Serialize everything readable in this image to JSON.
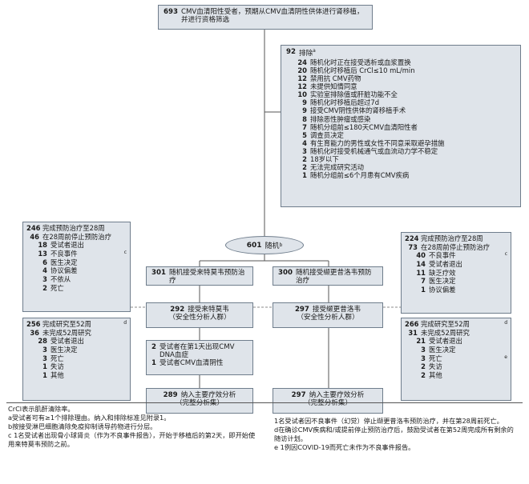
{
  "top_box": {
    "num": "693",
    "text": "CMV血清阳性受者，预期从CMV血清阴性供体进行肾移植，并进行资格筛选"
  },
  "exclusion": {
    "num": "92",
    "title": "排除",
    "sup": "a",
    "items": [
      {
        "n": "24",
        "t": "随机化时正在接受透析或血浆置换"
      },
      {
        "n": "20",
        "t": "随机化时移植后 CrCl≤10 mL/min"
      },
      {
        "n": "12",
        "t": "禁用抗 CMV药物"
      },
      {
        "n": "12",
        "t": "未提供知情同意"
      },
      {
        "n": "10",
        "t": "实验室排除值或肝脏功能不全"
      },
      {
        "n": "9",
        "t": "随机化时移植后超过7d"
      },
      {
        "n": "9",
        "t": "接受CMV阴性供体的肾移植手术"
      },
      {
        "n": "8",
        "t": "排除恶性肿瘤或感染"
      },
      {
        "n": "7",
        "t": "随机分组前≤180天CMV血清阳性者"
      },
      {
        "n": "5",
        "t": "调查员决定"
      },
      {
        "n": "4",
        "t": "有生育能力的男性或女性不同意采取避孕措施"
      },
      {
        "n": "3",
        "t": "随机化时接受机械通气或血流动力学不稳定"
      },
      {
        "n": "2",
        "t": "18岁以下"
      },
      {
        "n": "2",
        "t": "无法完成研究活动"
      },
      {
        "n": "1",
        "t": "随机分组前≤6个月患有CMV疾病"
      }
    ]
  },
  "randomized": {
    "num": "601",
    "label": "随机",
    "sup": "b"
  },
  "arm_left": {
    "assign": {
      "num": "301",
      "text": "随机接受来特莫韦预防治疗"
    },
    "safety": {
      "num": "292",
      "line1": "接受来特莫韦",
      "line2": "（安全性分析人群）"
    },
    "notes": [
      {
        "n": "2",
        "t": "受试者在第1天出现CMV DNA血症"
      },
      {
        "n": "1",
        "t": "受试者CMV血清阴性"
      }
    ],
    "efficacy": {
      "num": "289",
      "line1": "纳入主要疗效分析",
      "line2": "（完整分析集）"
    },
    "proph_box": {
      "items": [
        {
          "n": "246",
          "t": "完成预防治疗至28周",
          "lvl": 0
        },
        {
          "n": "46",
          "t": "在28周前停止预防治疗",
          "lvl": 0
        },
        {
          "n": "18",
          "t": "受试者退出",
          "lvl": 1
        },
        {
          "n": "13",
          "t": "不良事件",
          "sup": "c",
          "lvl": 1
        },
        {
          "n": "6",
          "t": "医生决定",
          "lvl": 1
        },
        {
          "n": "4",
          "t": "协议偏差",
          "lvl": 1
        },
        {
          "n": "3",
          "t": "不依从",
          "lvl": 1
        },
        {
          "n": "2",
          "t": "死亡",
          "lvl": 1
        }
      ]
    },
    "study_box": {
      "items": [
        {
          "n": "256",
          "t": "完成研究至52周",
          "sup": "d",
          "lvl": 0
        },
        {
          "n": "36",
          "t": "未完成52周研究",
          "lvl": 0
        },
        {
          "n": "28",
          "t": "受试者退出",
          "lvl": 1
        },
        {
          "n": "3",
          "t": "医生决定",
          "lvl": 1
        },
        {
          "n": "3",
          "t": "死亡",
          "lvl": 1
        },
        {
          "n": "1",
          "t": "失访",
          "lvl": 1
        },
        {
          "n": "1",
          "t": "其他",
          "lvl": 1
        }
      ]
    }
  },
  "arm_right": {
    "assign": {
      "num": "300",
      "text": "随机接受缬更昔洛韦预防治疗"
    },
    "safety": {
      "num": "297",
      "line1": "接受缬更昔洛韦",
      "line2": "（安全性分析人群）"
    },
    "efficacy": {
      "num": "297",
      "line1": "纳入主要疗效分析",
      "line2": "（完整分析集）"
    },
    "proph_box": {
      "items": [
        {
          "n": "224",
          "t": "完成预防治疗至28周",
          "lvl": 0
        },
        {
          "n": "73",
          "t": "在28周前停止预防治疗",
          "lvl": 0
        },
        {
          "n": "40",
          "t": "不良事件",
          "sup": "c",
          "lvl": 1
        },
        {
          "n": "14",
          "t": "受试者退出",
          "lvl": 1
        },
        {
          "n": "11",
          "t": "缺乏疗效",
          "lvl": 1
        },
        {
          "n": "7",
          "t": "医生决定",
          "lvl": 1
        },
        {
          "n": "1",
          "t": "协议偏差",
          "lvl": 1
        }
      ]
    },
    "study_box": {
      "items": [
        {
          "n": "266",
          "t": "完成研究至52周",
          "sup": "d",
          "lvl": 0
        },
        {
          "n": "31",
          "t": "未完成52周研究",
          "lvl": 0
        },
        {
          "n": "21",
          "t": "受试者退出",
          "lvl": 1
        },
        {
          "n": "3",
          "t": "医生决定",
          "lvl": 1
        },
        {
          "n": "3",
          "t": "死亡",
          "sup": "e",
          "lvl": 1
        },
        {
          "n": "2",
          "t": "失访",
          "lvl": 1
        },
        {
          "n": "2",
          "t": "其他",
          "lvl": 1
        }
      ]
    }
  },
  "footnotes": {
    "left": [
      "CrCl表示肌酐清除率。",
      "a受试者可有≥1个排除理由。纳入和排除标准见附录1。",
      "b按接受淋巴细胞清除免疫抑制诱导药物进行分层。",
      "c 1名受试者出现骨小球肾炎（作为不良事件报告），开始于移植后的第2天，即开始使用来特莫韦预防之前。"
    ],
    "right": [
      "1名受试者因不良事件（幻觉）停止缬更昔洛韦预防治疗，并在第28周前死亡。",
      "d在确诊CMV疾病和/或提前停止预防治疗后，鼓励受试者在第52周完成所有剩余的随访计划。",
      "e 1例因COVID-19而死亡未作为不良事件报告。"
    ]
  }
}
